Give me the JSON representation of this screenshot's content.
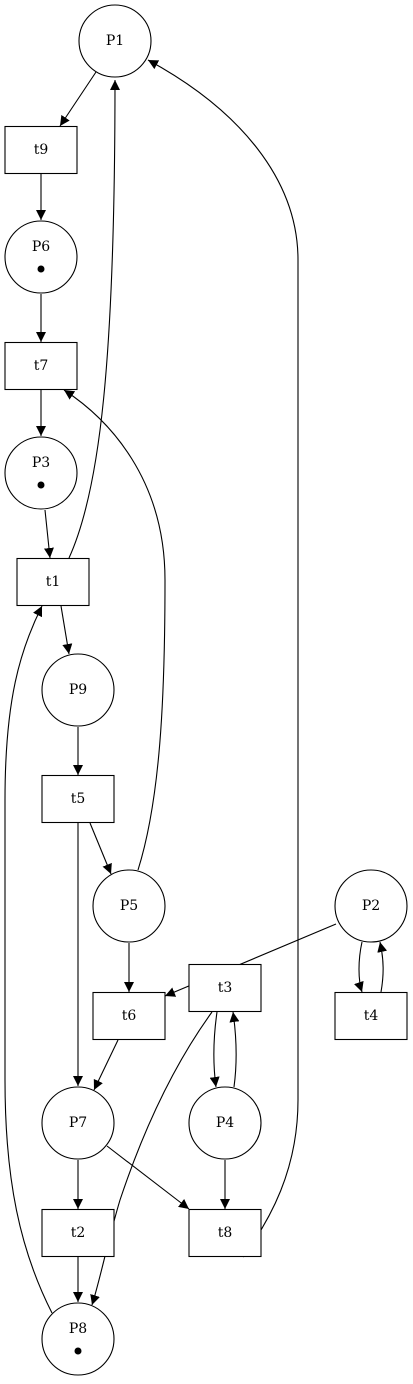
{
  "diagram": {
    "places": [
      {
        "id": "P1",
        "label": "P1",
        "tokens": 0
      },
      {
        "id": "P6",
        "label": "P6",
        "tokens": 1
      },
      {
        "id": "P3",
        "label": "P3",
        "tokens": 1
      },
      {
        "id": "P9",
        "label": "P9",
        "tokens": 0
      },
      {
        "id": "P5",
        "label": "P5",
        "tokens": 0
      },
      {
        "id": "P2",
        "label": "P2",
        "tokens": 0
      },
      {
        "id": "P7",
        "label": "P7",
        "tokens": 0
      },
      {
        "id": "P4",
        "label": "P4",
        "tokens": 0
      },
      {
        "id": "P8",
        "label": "P8",
        "tokens": 1
      }
    ],
    "transitions": [
      {
        "id": "t9",
        "label": "t9"
      },
      {
        "id": "t7",
        "label": "t7"
      },
      {
        "id": "t1",
        "label": "t1"
      },
      {
        "id": "t5",
        "label": "t5"
      },
      {
        "id": "t6",
        "label": "t6"
      },
      {
        "id": "t3",
        "label": "t3"
      },
      {
        "id": "t4",
        "label": "t4"
      },
      {
        "id": "t2",
        "label": "t2"
      },
      {
        "id": "t8",
        "label": "t8"
      }
    ],
    "arcs": [
      {
        "from": "P1",
        "to": "t9"
      },
      {
        "from": "t9",
        "to": "P6"
      },
      {
        "from": "P6",
        "to": "t7"
      },
      {
        "from": "t7",
        "to": "P3"
      },
      {
        "from": "P3",
        "to": "t1"
      },
      {
        "from": "t1",
        "to": "P1"
      },
      {
        "from": "t1",
        "to": "P9"
      },
      {
        "from": "P9",
        "to": "t5"
      },
      {
        "from": "t5",
        "to": "P5"
      },
      {
        "from": "t5",
        "to": "P7"
      },
      {
        "from": "P5",
        "to": "t7"
      },
      {
        "from": "P5",
        "to": "t6"
      },
      {
        "from": "P2",
        "to": "t6"
      },
      {
        "from": "P2",
        "to": "t4"
      },
      {
        "from": "t4",
        "to": "P2"
      },
      {
        "from": "t6",
        "to": "P7"
      },
      {
        "from": "t3",
        "to": "P4"
      },
      {
        "from": "P4",
        "to": "t3"
      },
      {
        "from": "t3",
        "to": "P8"
      },
      {
        "from": "P4",
        "to": "t8"
      },
      {
        "from": "P7",
        "to": "t8"
      },
      {
        "from": "P7",
        "to": "t2"
      },
      {
        "from": "t2",
        "to": "P8"
      },
      {
        "from": "P8",
        "to": "t1"
      },
      {
        "from": "t8",
        "to": "P1"
      }
    ]
  }
}
